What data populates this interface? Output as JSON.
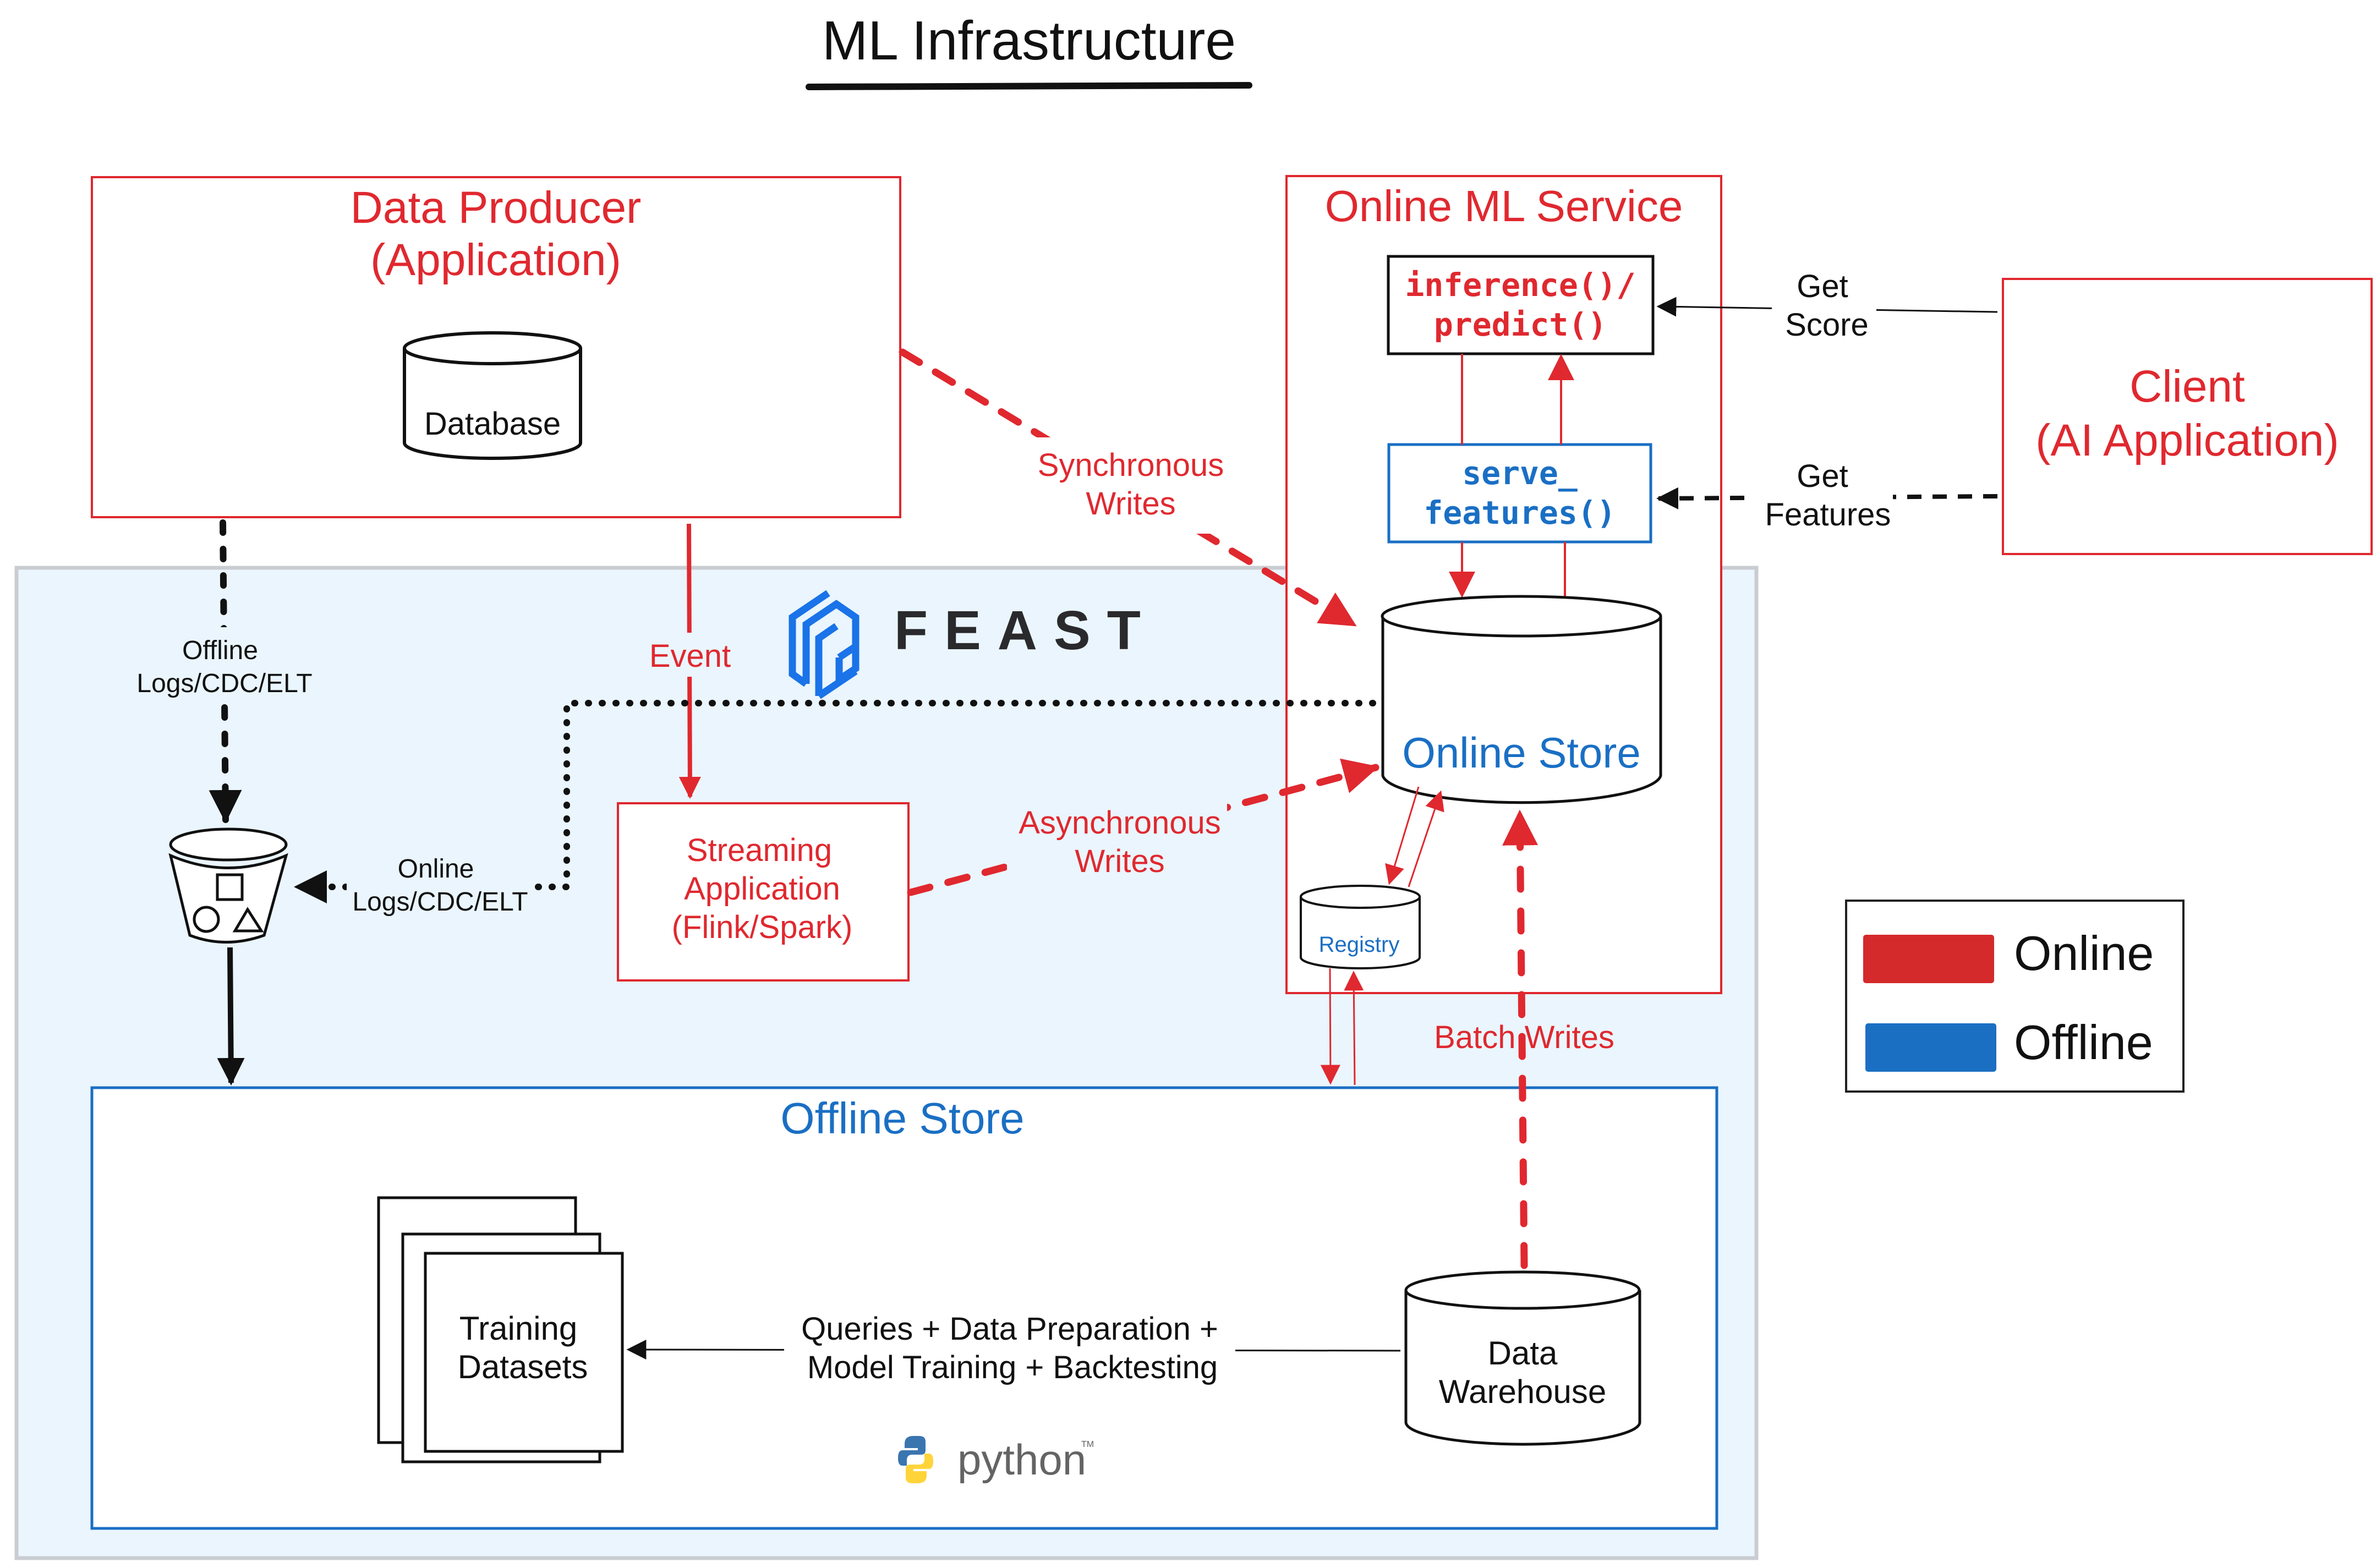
{
  "title": "ML Infrastructure",
  "colors": {
    "online": "#e0282f",
    "offline": "#1a6fc4",
    "feast_bg": "#eaf5fd",
    "feast_border": "#c9cdd2",
    "text": "#111111"
  },
  "data_producer": {
    "title_line1": "Data Producer",
    "title_line2": "(Application)",
    "database_label": "Database"
  },
  "online_ml_service": {
    "title": "Online ML Service",
    "inference_line1": "inference()/",
    "inference_line2": "predict()",
    "serve_line1": "serve_",
    "serve_line2": "features()"
  },
  "client": {
    "title_line1": "Client",
    "title_line2": "(AI Application)"
  },
  "feast": {
    "logo_text": "FEAST",
    "online_store_label": "Online Store",
    "registry_label": "Registry",
    "streaming_line1": "Streaming",
    "streaming_line2": "Application",
    "streaming_line3": "(Flink/Spark)"
  },
  "offline_store": {
    "title": "Offline Store",
    "training_line1": "Training",
    "training_line2": "Datasets",
    "warehouse_line1": "Data",
    "warehouse_line2": "Warehouse",
    "python_text": "python",
    "python_tm": "TM"
  },
  "edges": {
    "get_score_line1": "Get",
    "get_score_line2": "Score",
    "get_features_line1": "Get",
    "get_features_line2": "Features",
    "sync_line1": "Synchronous",
    "sync_line2": "Writes",
    "async_line1": "Asynchronous",
    "async_line2": "Writes",
    "event": "Event",
    "batch_writes": "Batch Writes",
    "offline_logs_line1": "Offline",
    "offline_logs_line2": "Logs/CDC/ELT",
    "online_logs_line1": "Online",
    "online_logs_line2": "Logs/CDC/ELT",
    "queries_line1": "Queries + Data Preparation +",
    "queries_line2": "Model Training + Backtesting"
  },
  "legend": [
    {
      "label": "Online",
      "color": "#d42a2c"
    },
    {
      "label": "Offline",
      "color": "#1b6fc2"
    }
  ]
}
